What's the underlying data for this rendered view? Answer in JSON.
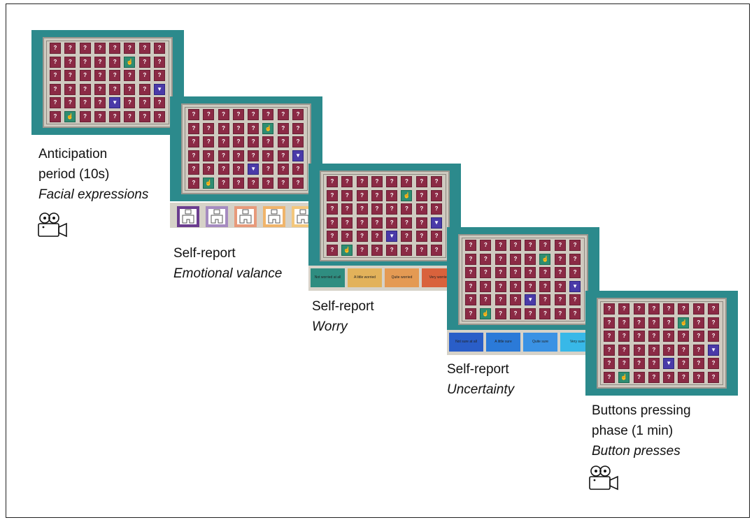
{
  "screens": [
    {
      "grid_rows": 6,
      "grid_cols": 8,
      "green_tiles": [
        [
          1,
          5
        ],
        [
          5,
          1
        ]
      ],
      "blue_tiles": [
        [
          3,
          7
        ],
        [
          4,
          4
        ]
      ]
    }
  ],
  "tile_symbol": "?",
  "colors": {
    "screen_frame": "#2c8a8c",
    "tile": "#8b2a45",
    "tile_green": "#2e8d72",
    "tile_blue": "#4a3aa8",
    "board": "#cfcac0"
  },
  "labels": {
    "stage1": {
      "line1": "Anticipation",
      "line2": "period (10s)",
      "line3": "Facial expressions"
    },
    "stage2": {
      "line1": "Self-report",
      "line2": "Emotional valance"
    },
    "stage3": {
      "line1": "Self-report",
      "line2": "Worry"
    },
    "stage4": {
      "line1": "Self-report",
      "line2": "Uncertainty"
    },
    "stage5": {
      "line1": "Buttons pressing",
      "line2": "phase (1 min)",
      "line3": "Button presses"
    }
  },
  "worry_options": [
    "Not worried at all",
    "A little worried",
    "Quite worried",
    "Very worried"
  ],
  "worry_colors": [
    "#2f8d80",
    "#e2b25a",
    "#e49a53",
    "#d9623c"
  ],
  "uncertainty_options": [
    "Not sure at all",
    "A little sure",
    "Quite sure",
    "Very sure"
  ],
  "uncertainty_colors": [
    "#2a5ec8",
    "#2b7ad8",
    "#3a92e4",
    "#38b8e8"
  ],
  "valence_colors": [
    "#6b3d8f",
    "#a58bc0",
    "#e79a7b",
    "#f0b46a",
    "#f3c77c"
  ],
  "icons": {
    "camera": "video-camera-icon",
    "face": "manikin-face-icon",
    "thumb_up": "thumbs-up-icon",
    "thumb_down": "thumbs-down-icon"
  }
}
